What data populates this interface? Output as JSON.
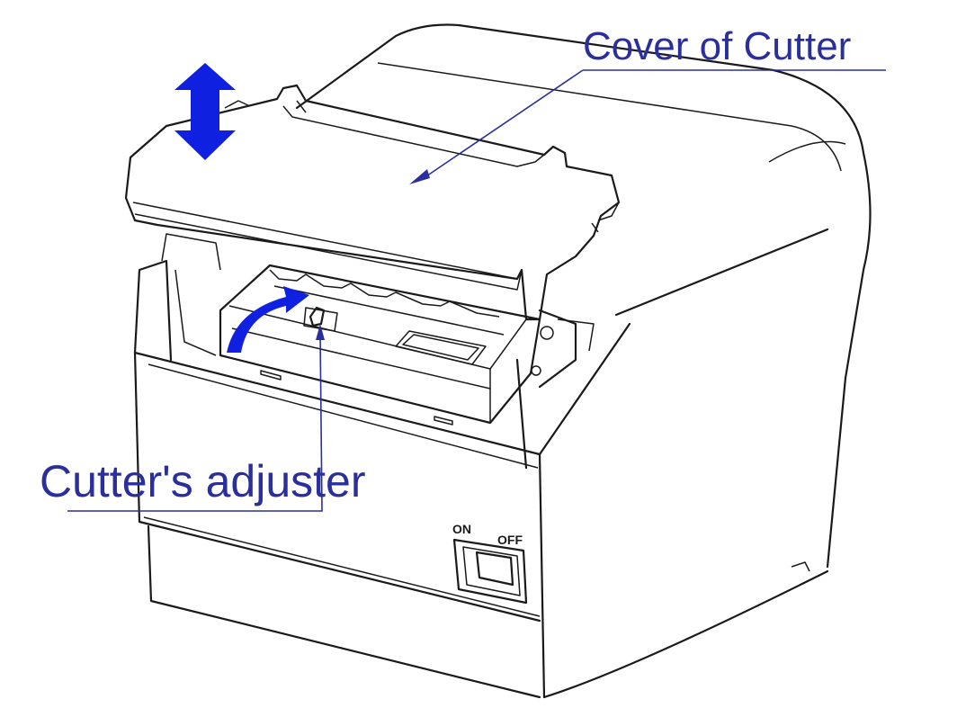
{
  "labels": {
    "cover": "Cover of Cutter",
    "adjuster": "Cutter's adjuster",
    "switch_on": "ON",
    "switch_off": "OFF"
  },
  "colors": {
    "callout": "#2b2f9c",
    "line_art": "#1a1a1a",
    "arrow_fill": "#1020e0",
    "background": "#ffffff"
  },
  "icons": {
    "vertical_arrow": "double-headed-up-down-arrow-icon",
    "curved_arrow": "curved-rotate-arrow-icon"
  }
}
